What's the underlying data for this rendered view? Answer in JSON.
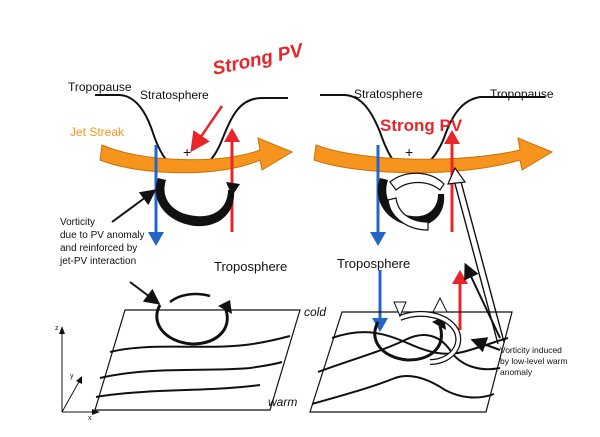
{
  "left_panel": {
    "tropopause": "Tropopause",
    "stratosphere": "Stratosphere",
    "strong_pv": "Strong PV",
    "jet_streak": "Jet Streak",
    "vorticity_note": [
      "Vorticity",
      "due to PV anomaly",
      "and reinforced by",
      "jet-PV interaction"
    ],
    "troposphere": "Troposphere",
    "warm": "warm",
    "plus": "+"
  },
  "right_panel": {
    "stratosphere": "Stratosphere",
    "tropopause": "Tropopause",
    "strong_pv": "Strong PV",
    "troposphere": "Troposphere",
    "cold": "cold",
    "vorticity_induced": [
      "Vorticity induced",
      "by low-level warm",
      "anomaly"
    ],
    "plus": "+"
  },
  "axes": {
    "z": "z",
    "y": "y",
    "x": "x"
  },
  "colors": {
    "strong_pv": "#e8262a",
    "jet": "#f7941d",
    "jet_edge": "#c8720a",
    "up_arrow": "#e8262a",
    "down_arrow": "#2466c7",
    "ink": "#111111"
  }
}
